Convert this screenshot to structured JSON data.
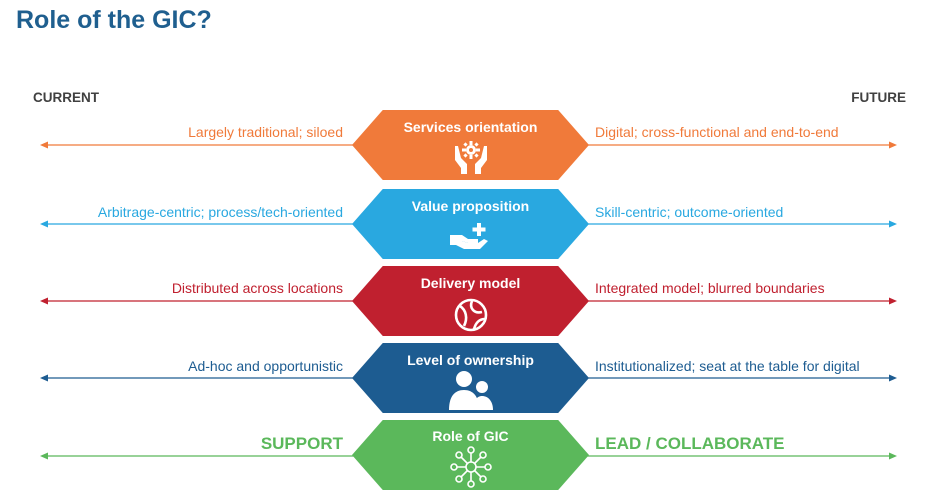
{
  "title": "Role of the GIC?",
  "headers": {
    "current": "CURRENT",
    "future": "FUTURE"
  },
  "rows": [
    {
      "label": "Services orientation",
      "left": "Largely traditional; siloed",
      "right": "Digital; cross-functional and end-to-end",
      "color": "#f07a3a",
      "icon": "hands-gear-icon"
    },
    {
      "label": "Value proposition",
      "left": "Arbitrage-centric; process/tech-oriented",
      "right": "Skill-centric; outcome-oriented",
      "color": "#29a8e0",
      "icon": "hand-plus-icon"
    },
    {
      "label": "Delivery model",
      "left": "Distributed across locations",
      "right": "Integrated model; blurred boundaries",
      "color": "#c0202f",
      "icon": "globe-icon"
    },
    {
      "label": "Level of ownership",
      "left": "Ad-hoc and opportunistic",
      "right": "Institutionalized; seat at the table for digital",
      "color": "#1d5c91",
      "icon": "people-icon"
    },
    {
      "label": "Role of GIC",
      "left": "SUPPORT",
      "right": "LEAD / COLLABORATE",
      "color": "#5bb85b",
      "icon": "network-hub-icon"
    }
  ]
}
